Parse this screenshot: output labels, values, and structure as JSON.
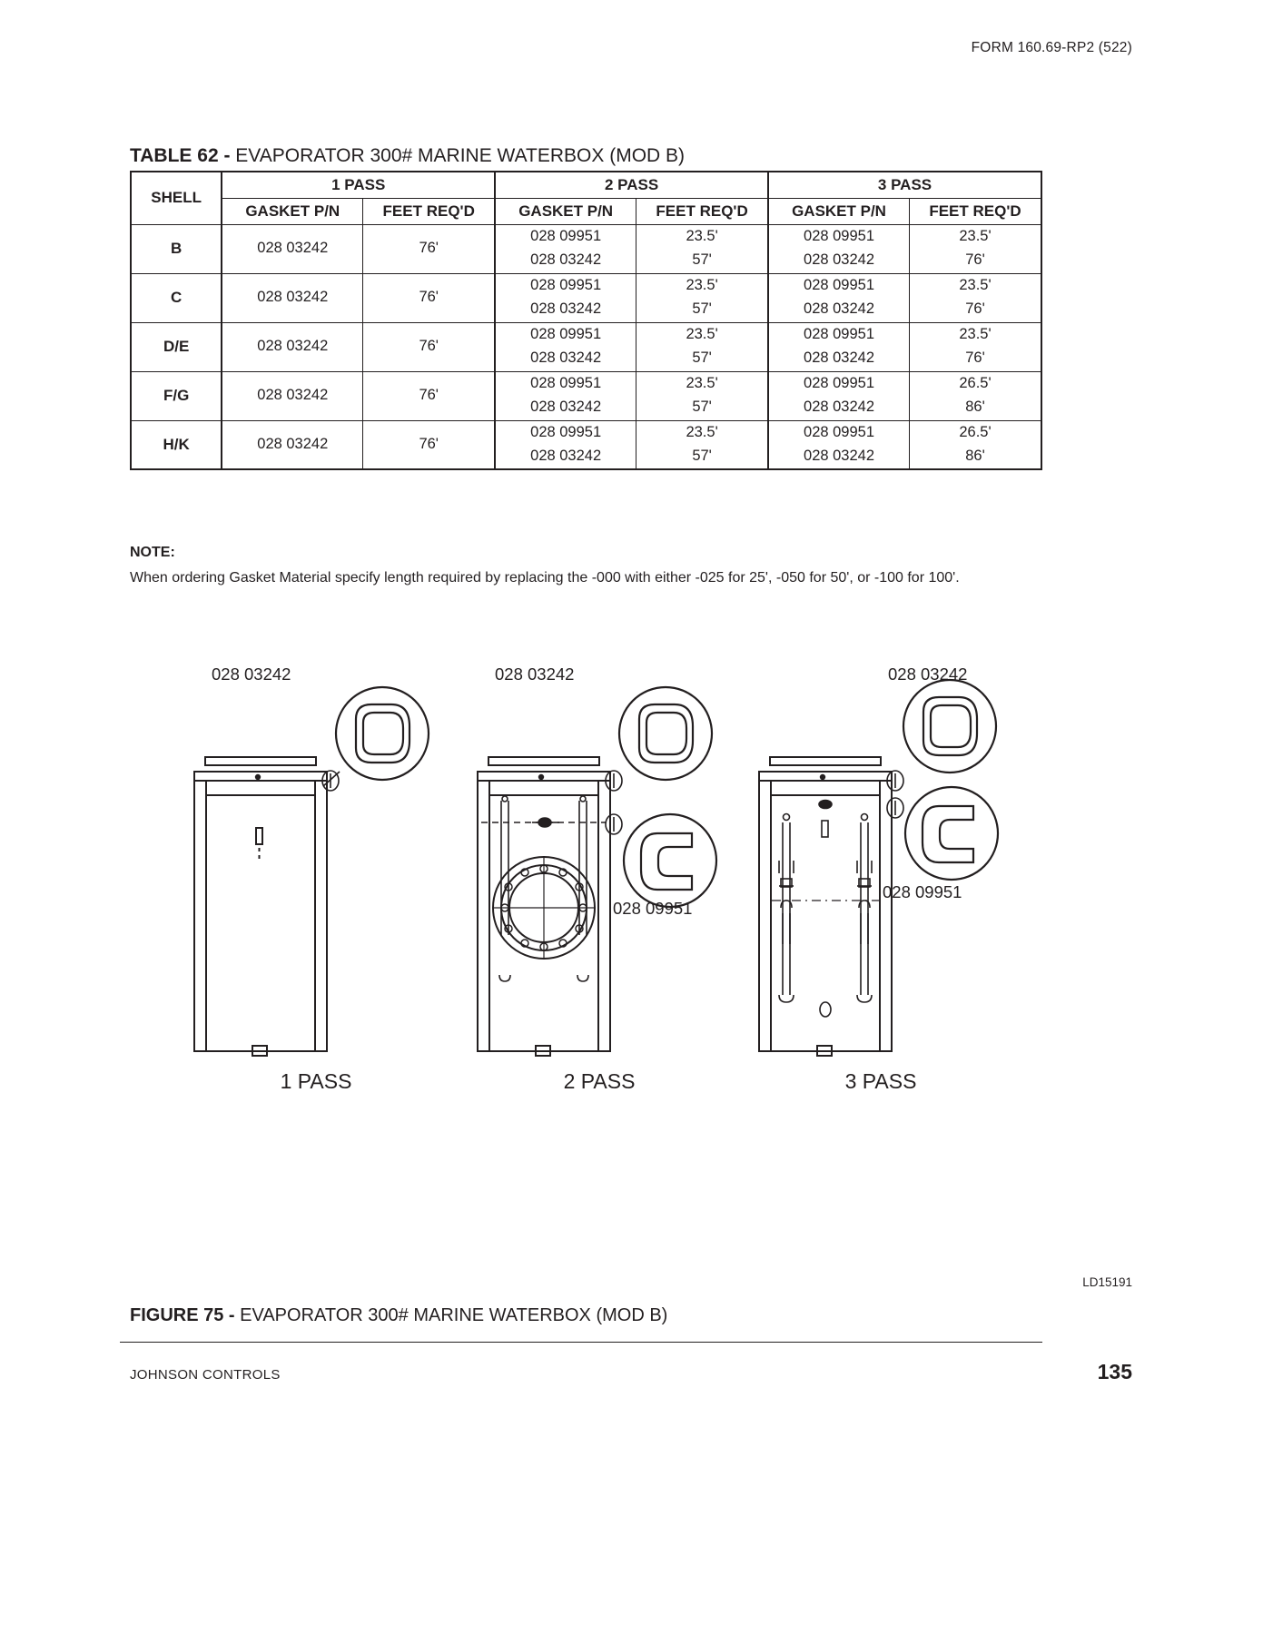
{
  "header": {
    "form_code": "FORM 160.69-RP2 (522)"
  },
  "table": {
    "title_lead": "TABLE 62 - ",
    "title_rest": "EVAPORATOR 300# MARINE WATERBOX (MOD B)",
    "shell_header": "SHELL",
    "groups": [
      "1 PASS",
      "2 PASS",
      "3 PASS"
    ],
    "sub_headers": {
      "gasket": "GASKET P/N",
      "feet": "FEET REQ'D"
    },
    "rows": [
      {
        "shell": "B",
        "p1_gasket": [
          "028 03242"
        ],
        "p1_feet": [
          "76'"
        ],
        "p2_gasket": [
          "028 09951",
          "028 03242"
        ],
        "p2_feet": [
          "23.5'",
          "57'"
        ],
        "p3_gasket": [
          "028 09951",
          "028 03242"
        ],
        "p3_feet": [
          "23.5'",
          "76'"
        ]
      },
      {
        "shell": "C",
        "p1_gasket": [
          "028 03242"
        ],
        "p1_feet": [
          "76'"
        ],
        "p2_gasket": [
          "028 09951",
          "028 03242"
        ],
        "p2_feet": [
          "23.5'",
          "57'"
        ],
        "p3_gasket": [
          "028 09951",
          "028 03242"
        ],
        "p3_feet": [
          "23.5'",
          "76'"
        ]
      },
      {
        "shell": "D/E",
        "p1_gasket": [
          "028 03242"
        ],
        "p1_feet": [
          "76'"
        ],
        "p2_gasket": [
          "028 09951",
          "028 03242"
        ],
        "p2_feet": [
          "23.5'",
          "57'"
        ],
        "p3_gasket": [
          "028 09951",
          "028 03242"
        ],
        "p3_feet": [
          "23.5'",
          "76'"
        ]
      },
      {
        "shell": "F/G",
        "p1_gasket": [
          "028 03242"
        ],
        "p1_feet": [
          "76'"
        ],
        "p2_gasket": [
          "028 09951",
          "028 03242"
        ],
        "p2_feet": [
          "23.5'",
          "57'"
        ],
        "p3_gasket": [
          "028 09951",
          "028 03242"
        ],
        "p3_feet": [
          "26.5'",
          "86'"
        ]
      },
      {
        "shell": "H/K",
        "p1_gasket": [
          "028 03242"
        ],
        "p1_feet": [
          "76'"
        ],
        "p2_gasket": [
          "028 09951",
          "028 03242"
        ],
        "p2_feet": [
          "23.5'",
          "57'"
        ],
        "p3_gasket": [
          "028 09951",
          "028 03242"
        ],
        "p3_feet": [
          "26.5'",
          "86'"
        ]
      }
    ]
  },
  "note": {
    "label": "NOTE:",
    "text": "When ordering Gasket Material specify length required by replacing the -000 with either -025 for 25', -050 for 50', or -100 for 100'."
  },
  "figure": {
    "panels": [
      {
        "pass_label": "1 PASS",
        "callouts": [
          "028 03242"
        ]
      },
      {
        "pass_label": "2 PASS",
        "callouts": [
          "028 03242",
          "028 09951"
        ]
      },
      {
        "pass_label": "3 PASS",
        "callouts": [
          "028 03242",
          "028 09951"
        ]
      }
    ],
    "drawing_code": "LD15191",
    "caption_lead": "FIGURE 75 - ",
    "caption_rest": "EVAPORATOR 300# MARINE WATERBOX (MOD B)"
  },
  "footer": {
    "company": "JOHNSON CONTROLS",
    "page_number": "135"
  }
}
